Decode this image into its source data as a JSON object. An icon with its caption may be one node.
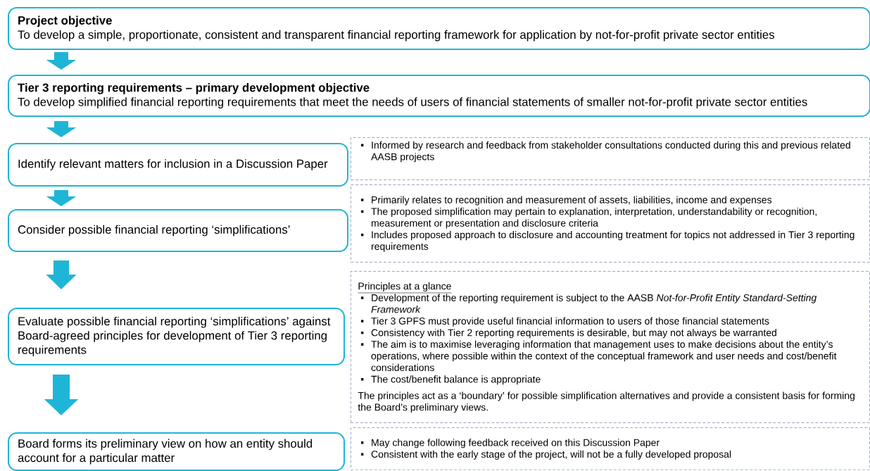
{
  "diagram": {
    "nodes": [
      {
        "text": [
          "Project objective",
          "To develop a simple, proportionate, consistent and transparent financial reporting framework for application by not-for-profit private sector entities"
        ]
      },
      {
        "text": [
          "Tier 3 reporting requirements – primary development objective",
          "To develop simplified financial reporting requirements that meet the needs of users of financial statements of smaller not-for-profit private sector entities"
        ]
      },
      {
        "text": [
          "Identify relevant matters for inclusion in a Discussion Paper"
        ]
      },
      {
        "text": [
          "Consider possible financial reporting ‘simplifications’"
        ]
      },
      {
        "text": [
          "Evaluate possible financial reporting ‘simplifications’ against Board-agreed principles for development of Tier 3 reporting requirements"
        ]
      },
      {
        "text": [
          "Board forms its preliminary view on how an entity should account for a particular matter"
        ]
      },
      {
        "text": [
          "Informed by research and feedback from stakeholder consultations conducted during this and previous related AASB projects"
        ]
      },
      {
        "text": [
          "Primarily relates to recognition and measurement of assets, liabilities, income and expenses",
          "The proposed simplification may pertain to explanation, interpretation, understandability or recognition, measurement or presentation and disclosure criteria",
          "Includes proposed approach to disclosure and accounting treatment for topics not addressed in Tier 3 reporting requirements"
        ]
      },
      {
        "text": [
          "Principles at a glance",
          "Development of the reporting requirement is subject to the AASB *Not-for-Profit Entity Standard-Setting Framework*",
          "Tier 3 GPFS must provide useful financial information to users of those financial statements",
          "Consistency with Tier 2 reporting requirements is desirable, but may not always be warranted",
          "The aim is to maximise leveraging information that management uses to make decisions about the entity’s operations, where possible within the context of the conceptual framework and user needs and cost/benefit considerations",
          "The cost/benefit balance is appropriate",
          "The principles act as a ‘boundary’ for possible simplification alternatives and provide a consistent basis for forming the Board’s preliminary views."
        ]
      },
      {
        "text": [
          "May change following feedback received on this Discussion Paper",
          "Consistent with the early stage of the project, will not be a fully developed proposal"
        ]
      }
    ],
    "edges": [
      {
        "from": 0,
        "to": 1,
        "arrow": "to"
      },
      {
        "from": 1,
        "to": 2,
        "arrow": "to"
      },
      {
        "from": 2,
        "to": 3,
        "arrow": "to"
      },
      {
        "from": 3,
        "to": 4,
        "arrow": "to"
      },
      {
        "from": 4,
        "to": 5,
        "arrow": "to"
      }
    ]
  }
}
